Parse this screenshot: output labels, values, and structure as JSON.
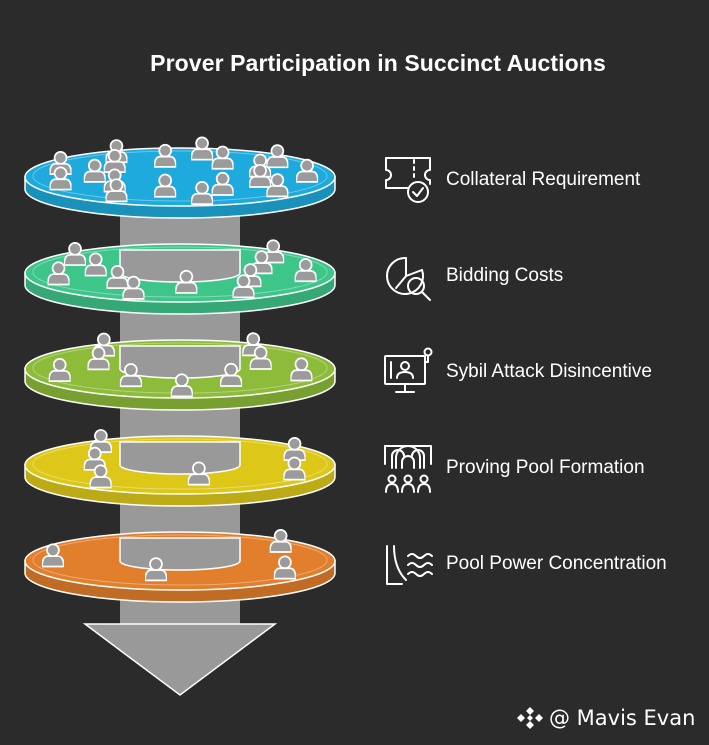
{
  "title": "Prover Participation in Succinct Auctions",
  "layers": [
    {
      "label": "Collateral Requirement",
      "icon": "ticket-check-icon",
      "color": "#1eaadc",
      "people": 18
    },
    {
      "label": "Bidding Costs",
      "icon": "pie-chart-search-icon",
      "color": "#3ec68a",
      "people": 14
    },
    {
      "label": "Sybil Attack Disincentive",
      "icon": "monitor-user-icon",
      "color": "#8cbc3a",
      "people": 10
    },
    {
      "label": "Proving Pool Formation",
      "icon": "pool-group-icon",
      "color": "#ddc81a",
      "people": 7
    },
    {
      "label": "Pool Power Concentration",
      "icon": "waves-icon",
      "color": "#e27f2c",
      "people": 5
    }
  ],
  "watermark": {
    "icon": "binance-logo-icon",
    "text": "@ Mavis Evan"
  }
}
